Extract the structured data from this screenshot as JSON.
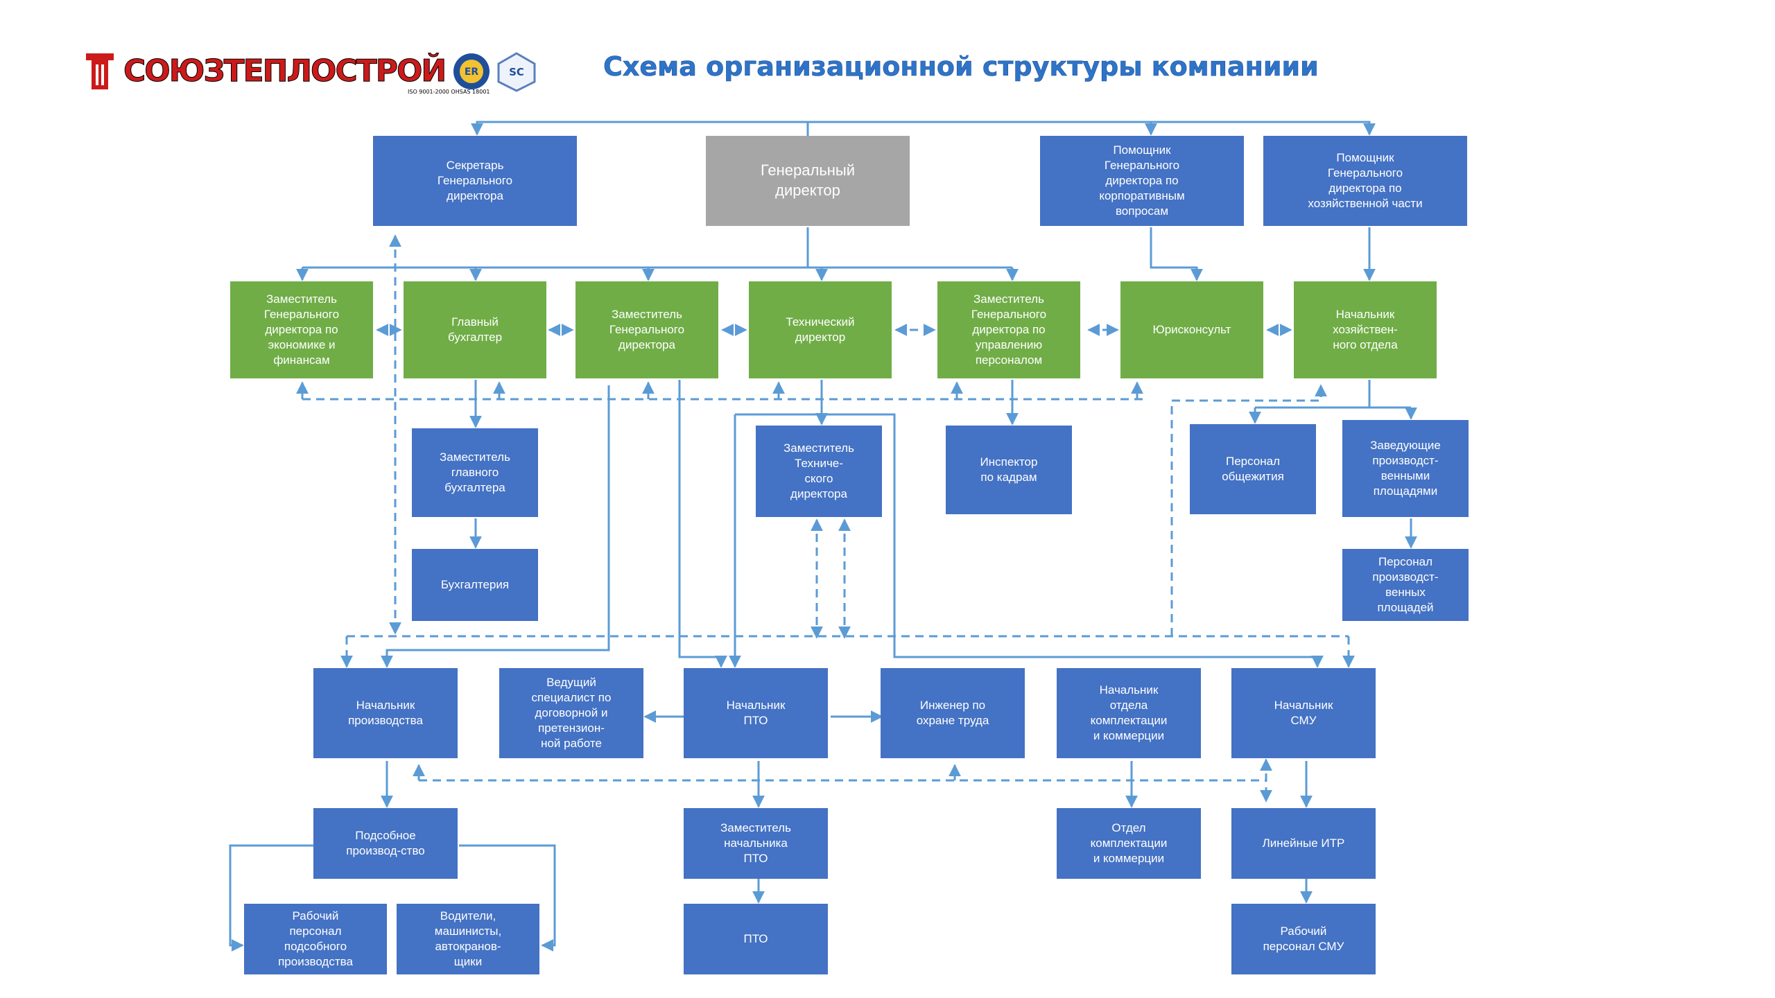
{
  "header": {
    "logo_text": "СОЮЗТЕПЛОСТРОЙ",
    "cert_caption": "ISO 9001-2000   OHSAS 18001",
    "cert_badges": [
      "ER",
      "SC"
    ],
    "title": "Схема организационной структуры компаниии"
  },
  "colors": {
    "blue": "#4472c4",
    "green": "#70ad47",
    "gray": "#a6a6a6",
    "line": "#5b9bd5",
    "title": "#2e74c8",
    "logo_red": "#cc1a1a"
  },
  "nodes": {
    "secretary": "Секретарь\nГенерального\nдиректора",
    "ceo": "Генеральный\nдиректор",
    "assistant_corp": "Помощник\nГенерального\nдиректора по\nкорпоративным\nвопросам",
    "assistant_econ": "Помощник\nГенерального\nдиректора по\nхозяйственной части",
    "dep_econ": "Заместитель\nГенерального\nдиректора по\nэкономике и\nфинансам",
    "chief_accountant": "Главный\nбухгалтер",
    "deputy_gd": "Заместитель\nГенерального\nдиректора",
    "tech_director": "Технический\nдиректор",
    "dep_hr": "Заместитель\nГенерального\nдиректора по\nуправлению\nперсоналом",
    "lawyer": "Юрисконсульт",
    "head_econ": "Начальник\nхозяйствен-\nного отдела",
    "dep_chief_acc": "Заместитель\nглавного\nбухгалтера",
    "accounting": "Бухгалтерия",
    "dep_tech_dir": "Заместитель\nТехниче-\nского\nдиректора",
    "hr_inspector": "Инспектор\nпо кадрам",
    "dorm_staff": "Персонал\nобщежития",
    "heads_premises": "Заведующие\nпроизводст-\nвенными\nплощадями",
    "premises_staff": "Персонал\nпроизводст-\nвенных\nплощадей",
    "head_production": "Начальник\nпроизводства",
    "lead_specialist": "Ведущий\nспециалист по\nдоговорной и\nпретензион-\nной работе",
    "head_pto": "Начальник\nПТО",
    "safety_engineer": "Инженер по\nохране труда",
    "head_procurement": "Начальник\nотдела\nкомплектации\nи коммерции",
    "head_smu": "Начальник\nСМУ",
    "auxiliary": "Подсобное\nпроизвод-ство",
    "dep_head_pto": "Заместитель\nначальника\nПТО",
    "procurement_dept": "Отдел\nкомплектации\nи коммерции",
    "line_itr": "Линейные ИТР",
    "aux_workers": "Рабочий\nперсонал\nподсобного\nпроизводства",
    "drivers": "Водители,\nмашинисты,\nавтокранов-\nщики",
    "pto": "ПТО",
    "smu_workers": "Рабочий\nперсонал СМУ"
  }
}
